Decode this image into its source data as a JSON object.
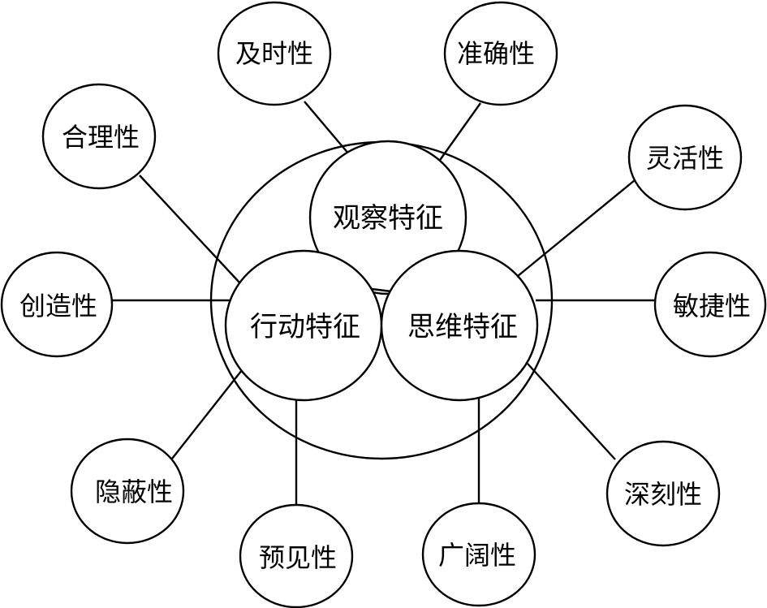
{
  "core": {
    "observation": "观察特征",
    "action": "行动特征",
    "thinking": "思维特征"
  },
  "attributes": {
    "timeliness": "及时性",
    "accuracy": "准确性",
    "rationality": "合理性",
    "flexibility": "灵活性",
    "creativity": "创造性",
    "agility": "敏捷性",
    "concealment": "隐蔽性",
    "profundity": "深刻性",
    "foresight": "预见性",
    "breadth": "广阔性"
  }
}
